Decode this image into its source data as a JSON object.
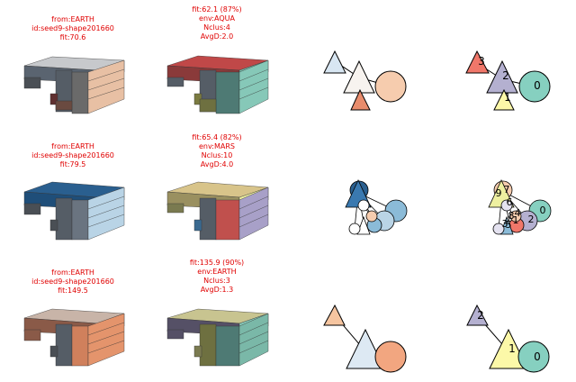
{
  "rows": [
    {
      "left_caption": [
        "from:EARTH",
        "id:seed9-shape201660",
        "fit:70.6"
      ],
      "mid_caption": [
        "fit:62.1 (87%)",
        "env:AQUA",
        "Nclus:4",
        "AvgD:2.0"
      ],
      "labels_right": [
        "3",
        "2",
        "1",
        "0"
      ],
      "colors": [
        "#e6786a",
        "#b4b0d0",
        "#fcf8a8",
        "#86d0c0",
        "#d8e6f2",
        "#f7f3ef",
        "#f6ccae",
        "#e88c6c"
      ]
    },
    {
      "left_caption": [
        "from:EARTH",
        "id:seed9-shape201660",
        "fit:79.5"
      ],
      "mid_caption": [
        "fit:65.4 (82%)",
        "env:MARS",
        "Nclus:10",
        "AvgD:4.0"
      ],
      "labels_right": [
        "9",
        "7",
        "6",
        "0",
        "4",
        "2",
        "8",
        "5",
        "1",
        "3"
      ],
      "colors": [
        "#1f4e79",
        "#3a79b0",
        "#8bbbd8",
        "#b9d4e6",
        "#d8c48a",
        "#c0504d",
        "#eef0a0",
        "#a8c8e0",
        "#f6ccae",
        "#e4e2f0"
      ]
    },
    {
      "left_caption": [
        "from:EARTH",
        "id:seed9-shape201660",
        "fit:149.5"
      ],
      "mid_caption": [
        "fit:135.9 (90%)",
        "env:EARTH",
        "Nclus:3",
        "AvgD:1.3"
      ],
      "labels_right": [
        "2",
        "1",
        "0"
      ],
      "colors": [
        "#f6c5a0",
        "#dde9f3",
        "#f2a680",
        "#b4b0d0",
        "#fcf8a8",
        "#86d0c0"
      ]
    }
  ]
}
